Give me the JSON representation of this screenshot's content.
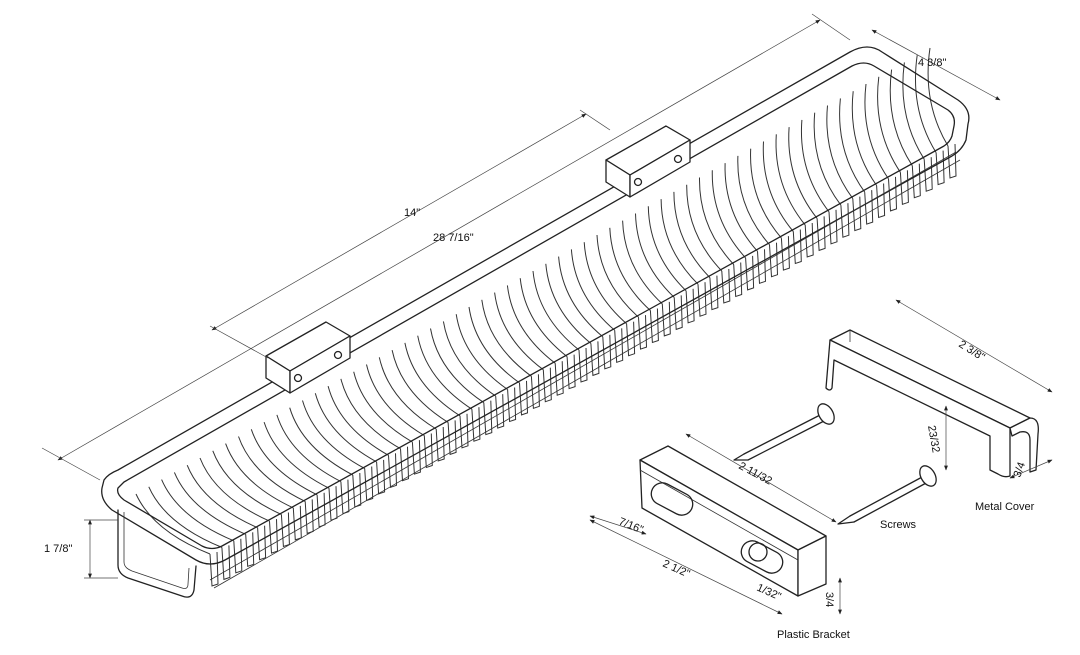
{
  "dimensions": {
    "basket_length": "28 7/16\"",
    "bracket_spacing": "14\"",
    "basket_depth": "4 3/8\"",
    "basket_height": "1 7/8\"",
    "cover_length": "2 3/8\"",
    "cover_height": "23/32",
    "cover_width": "3/4",
    "bracket_length": "2 11/32",
    "bracket_hole_offset": "7/16\"",
    "bracket_total": "2 1/2\"",
    "bracket_slot": "1/32\"",
    "bracket_height": "3/4"
  },
  "labels": {
    "metal_cover": "Metal Cover",
    "screws": "Screws",
    "plastic_bracket": "Plastic Bracket"
  }
}
